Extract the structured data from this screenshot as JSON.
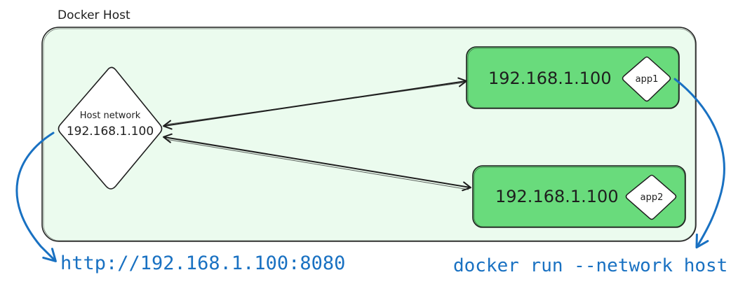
{
  "host": {
    "label": "Docker Host"
  },
  "host_network": {
    "title": "Host network",
    "ip": "192.168.1.100"
  },
  "containers": [
    {
      "ip": "192.168.1.100",
      "app": "app1"
    },
    {
      "ip": "192.168.1.100",
      "app": "app2"
    }
  ],
  "annotations": {
    "url": "http://192.168.1.100:8080",
    "command": "docker run --network host"
  },
  "colors": {
    "host_fill": "#ebfbee",
    "container_fill": "#69db7c",
    "stroke": "#1e1e1e",
    "annotation": "#1971c2"
  }
}
